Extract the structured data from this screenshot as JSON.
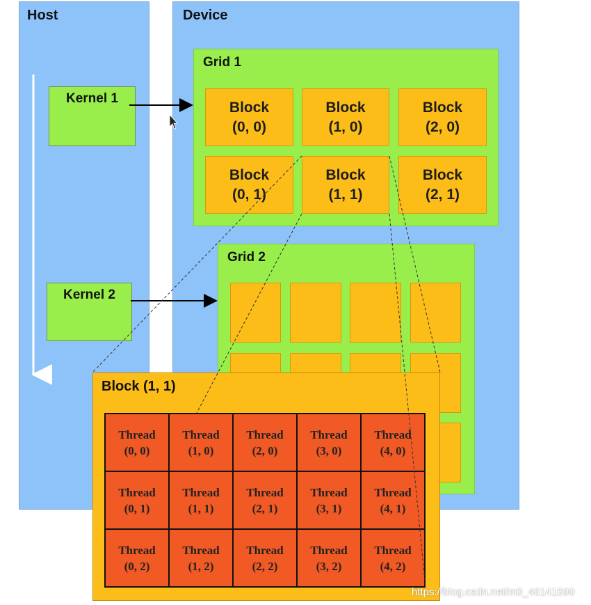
{
  "host": {
    "label": "Host"
  },
  "device": {
    "label": "Device"
  },
  "kernels": [
    {
      "label": "Kernel 1"
    },
    {
      "label": "Kernel 2"
    }
  ],
  "grid1": {
    "label": "Grid 1",
    "blocks": [
      {
        "line1": "Block",
        "line2": "(0, 0)"
      },
      {
        "line1": "Block",
        "line2": "(1, 0)"
      },
      {
        "line1": "Block",
        "line2": "(2, 0)"
      },
      {
        "line1": "Block",
        "line2": "(0, 1)"
      },
      {
        "line1": "Block",
        "line2": "(1, 1)"
      },
      {
        "line1": "Block",
        "line2": "(2, 1)"
      }
    ]
  },
  "grid2": {
    "label": "Grid 2"
  },
  "block_detail": {
    "label": "Block (1, 1)",
    "threads": [
      {
        "line1": "Thread",
        "line2": "(0, 0)"
      },
      {
        "line1": "Thread",
        "line2": "(1, 0)"
      },
      {
        "line1": "Thread",
        "line2": "(2, 0)"
      },
      {
        "line1": "Thread",
        "line2": "(3, 0)"
      },
      {
        "line1": "Thread",
        "line2": "(4, 0)"
      },
      {
        "line1": "Thread",
        "line2": "(0, 1)"
      },
      {
        "line1": "Thread",
        "line2": "(1, 1)"
      },
      {
        "line1": "Thread",
        "line2": "(2, 1)"
      },
      {
        "line1": "Thread",
        "line2": "(3, 1)"
      },
      {
        "line1": "Thread",
        "line2": "(4, 1)"
      },
      {
        "line1": "Thread",
        "line2": "(0, 2)"
      },
      {
        "line1": "Thread",
        "line2": "(1, 2)"
      },
      {
        "line1": "Thread",
        "line2": "(2, 2)"
      },
      {
        "line1": "Thread",
        "line2": "(3, 2)"
      },
      {
        "line1": "Thread",
        "line2": "(4, 2)"
      }
    ]
  },
  "watermark": "https://blog.csdn.net/m0_46141590",
  "colors": {
    "panel": "#8ec3fa",
    "grid": "#99ee4c",
    "block": "#fdbd18",
    "thread": "#f15a24"
  }
}
